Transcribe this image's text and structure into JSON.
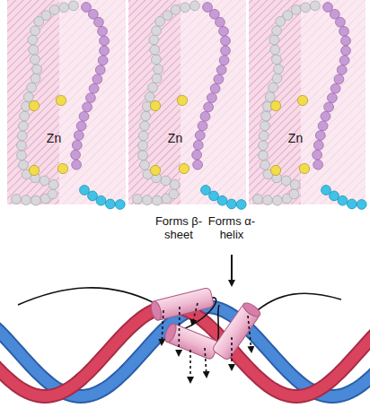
{
  "diagram": {
    "labels": [
      "Zn",
      "Zn",
      "Zn",
      "Forms β-sheet",
      "Forms α-helix"
    ]
  }
}
